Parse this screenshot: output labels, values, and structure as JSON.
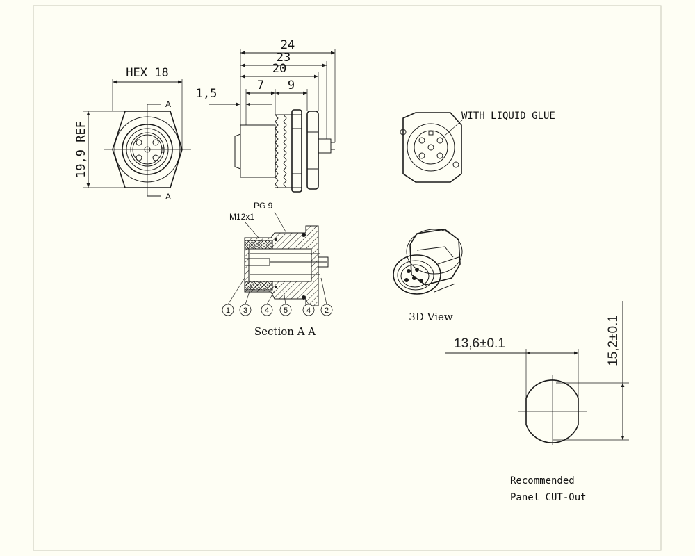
{
  "front_view": {
    "hex_label": "HEX 18",
    "height_label": "19,9 REF",
    "section_mark_top": "A",
    "section_mark_bottom": "A"
  },
  "side_view": {
    "dim_overall": "24",
    "dim_23": "23",
    "dim_20": "20",
    "dim_15": "1,5",
    "dim_7": "7",
    "dim_9": "9"
  },
  "rear_view": {
    "note": "WITH LIQUID GLUE"
  },
  "section_view": {
    "thread_m12": "M12x1",
    "thread_pg": "PG 9",
    "title": "Section A A",
    "balloons": [
      "1",
      "3",
      "4",
      "5",
      "4",
      "2"
    ]
  },
  "iso_view": {
    "title": "3D View"
  },
  "cutout": {
    "width_label": "13,6±0.1",
    "height_label": "15,2±0.1",
    "caption_line1": "Recommended",
    "caption_line2": "Panel CUT-Out"
  }
}
